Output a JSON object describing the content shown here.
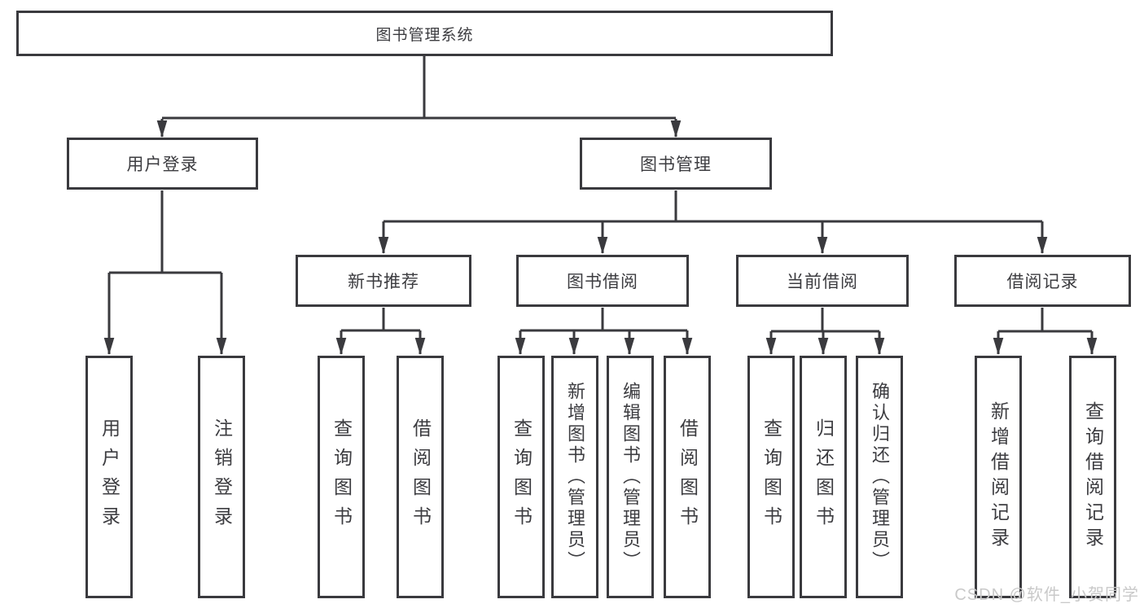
{
  "diagram": {
    "type": "hierarchy-diagram",
    "root": "图书管理系统",
    "level2": [
      {
        "label": "用户登录"
      },
      {
        "label": "图书管理"
      }
    ],
    "level3": [
      {
        "label": "新书推荐"
      },
      {
        "label": "图书借阅"
      },
      {
        "label": "当前借阅"
      },
      {
        "label": "借阅记录"
      }
    ],
    "groups": [
      {
        "parent": "用户登录",
        "children": [
          "用户登录",
          "注销登录"
        ]
      },
      {
        "parent": "新书推荐",
        "children": [
          "查询图书",
          "借阅图书"
        ]
      },
      {
        "parent": "图书借阅",
        "children": [
          "查询图书",
          "新增图书（管理员）",
          "编辑图书（管理员）",
          "借阅图书"
        ]
      },
      {
        "parent": "当前借阅",
        "children": [
          "查询图书",
          "归还图书",
          "确认归还（管理员）"
        ]
      },
      {
        "parent": "借阅记录",
        "children": [
          "新增借阅记录",
          "查询借阅记录"
        ]
      }
    ],
    "colors": {
      "line": "#3a3a3e",
      "box_background": "#ffffff",
      "text": "#3c3c40",
      "watermark": "#c9c9c9"
    },
    "watermark": "CSDN @软件_小贺同学"
  }
}
